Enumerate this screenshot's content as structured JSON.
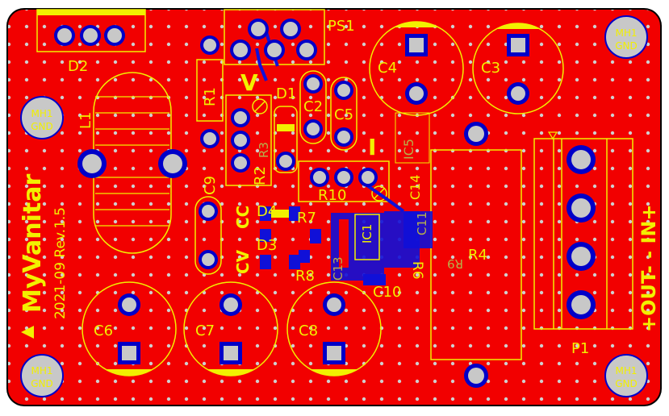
{
  "board": {
    "brand": "MyVanitar",
    "date_rev": "2021-09 Rev.1.5",
    "connector_label": "+OUT- - IN+",
    "mode_labels": {
      "voltage": "V",
      "current": "I",
      "cv": "CV",
      "cc": "CC"
    }
  },
  "designators": {
    "d2": "D2",
    "ps1": "PS1",
    "c4": "C4",
    "c3": "C3",
    "l1": "L1",
    "r1": "R1",
    "d1": "D1",
    "c2": "C2",
    "c5": "C5",
    "r2": "R2",
    "r3": "R3",
    "c9": "C9",
    "ic5": "IC5",
    "c14": "C14",
    "r10": "R10",
    "d4": "D4",
    "r7": "R7",
    "d3": "D3",
    "r8": "R8",
    "ic1": "IC1",
    "c13": "C13",
    "c11": "C11",
    "r9": "R9",
    "r4": "R4",
    "c10": "C10",
    "r6": "R6",
    "c6": "C6",
    "c7": "C7",
    "c8": "C8",
    "p1": "P1"
  },
  "mounting_holes": [
    {
      "name": "MH1",
      "net": "GND"
    },
    {
      "name": "MH1",
      "net": "GND"
    },
    {
      "name": "MH1",
      "net": "GND"
    },
    {
      "name": "MH1",
      "net": "GND"
    }
  ],
  "colors": {
    "copper": "#f20000",
    "silkscreen": "#f2f000",
    "pad": "#c8c8c8",
    "via_ring": "#0000c8",
    "bottom_copper": "#1010d8",
    "board_edge": "#000000"
  }
}
